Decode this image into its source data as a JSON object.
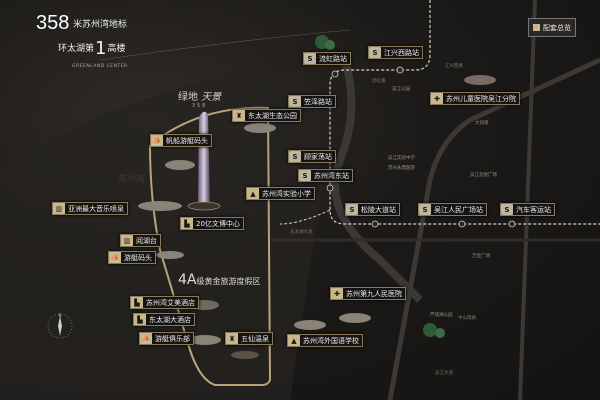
{
  "header": {
    "height_number": "358",
    "height_suffix": "米苏州湾地标",
    "line2_prefix": "环太湖第",
    "line2_number": "1",
    "line2_suffix": "高楼",
    "english": "GREENLAND CENTER"
  },
  "overview_button": "配套总览",
  "project_logo": {
    "brand": "绿地",
    "name": "天景",
    "height": "358"
  },
  "zone_label": {
    "prefix": "4A",
    "text": "级黄金旅游度假区"
  },
  "metro_stations": [
    "江兴西路站",
    "流虹路站",
    "笠泽路站",
    "顾家荡站",
    "苏州湾东站",
    "松陵大道站",
    "吴江人民广场站",
    "汽车客运站"
  ],
  "pois": [
    "苏州儿童医院吴江分院",
    "东太湖生态公园",
    "帆船游艇码头",
    "苏州湾实验小学",
    "亚洲最大音乐喷泉",
    "20亿文博中心",
    "阅湖台",
    "游艇码头",
    "苏州湾艾美酒店",
    "东太湖大酒店",
    "游艇俱乐部",
    "五仙温泉",
    "苏州第九人民医院",
    "苏州湾外国语学校"
  ],
  "minor_labels": [
    "吴江实验中学",
    "苏州永鼎医院",
    "吴江吾悦广场",
    "芦荡湖公园",
    "吴江公园",
    "大润发",
    "万宝广场",
    "苏州湾",
    "东太湖大道",
    "吴江大道",
    "中山南路",
    "江兴西路",
    "流虹路"
  ],
  "colors": {
    "accent": "#c9b68a",
    "metro": "#d8cfb8",
    "background": "#1a1816"
  }
}
